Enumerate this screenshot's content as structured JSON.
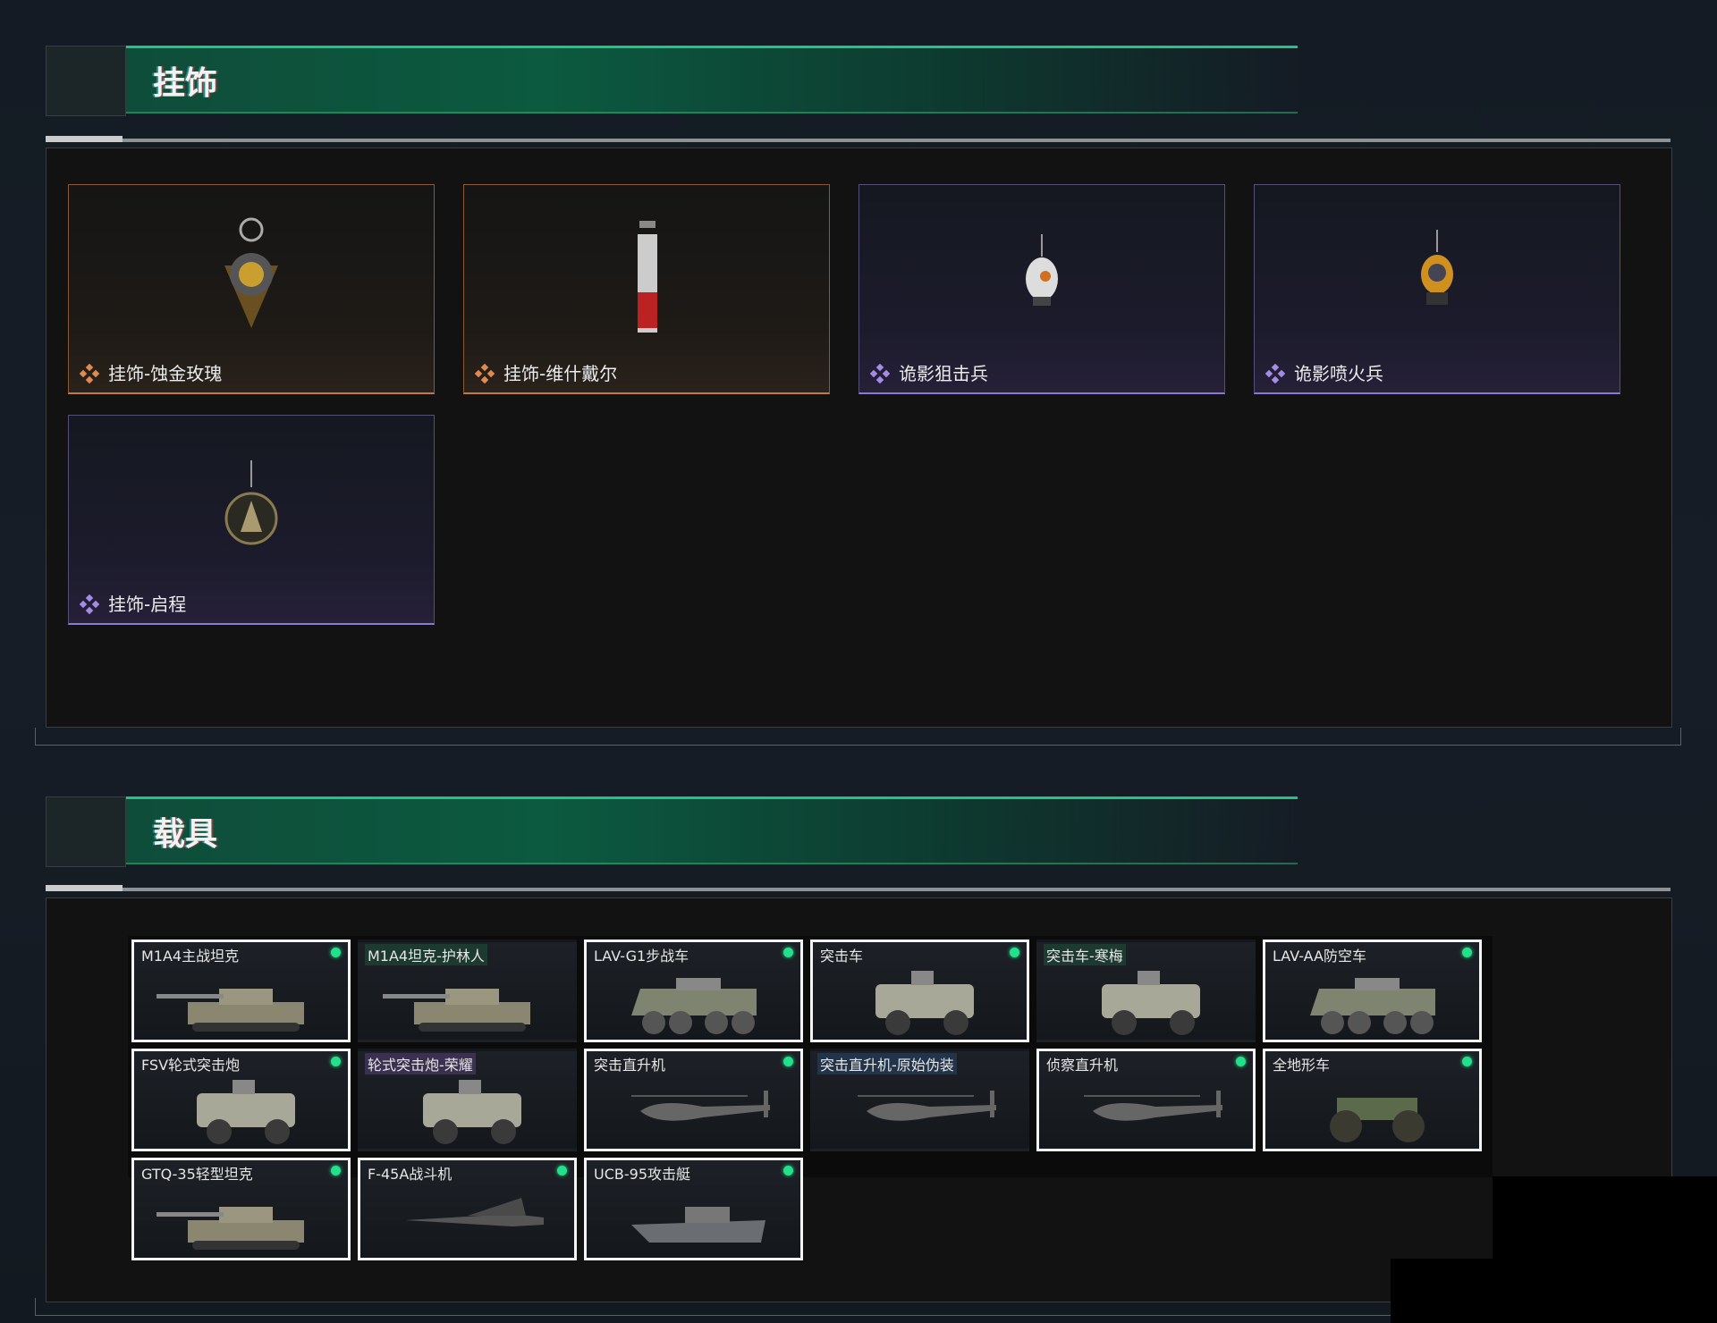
{
  "charms_section": {
    "title": "挂饰",
    "items": [
      {
        "name": "挂饰-蚀金玫瑰",
        "rarity": "gold"
      },
      {
        "name": "挂饰-维什戴尔",
        "rarity": "gold"
      },
      {
        "name": "诡影狙击兵",
        "rarity": "purple"
      },
      {
        "name": "诡影喷火兵",
        "rarity": "purple"
      },
      {
        "name": "挂饰-启程",
        "rarity": "purple"
      }
    ]
  },
  "vehicles_section": {
    "title": "载具",
    "items": [
      {
        "name": "M1A4主战坦克",
        "selected": true,
        "owned": true,
        "kind": "tank"
      },
      {
        "name": "M1A4坦克-护林人",
        "selected": false,
        "owned": false,
        "kind": "tank",
        "tag": "g"
      },
      {
        "name": "LAV-G1步战车",
        "selected": true,
        "owned": true,
        "kind": "apc"
      },
      {
        "name": "突击车",
        "selected": true,
        "owned": true,
        "kind": "truck"
      },
      {
        "name": "突击车-寒梅",
        "selected": false,
        "owned": false,
        "kind": "truck",
        "tag": "g"
      },
      {
        "name": "LAV-AA防空车",
        "selected": true,
        "owned": true,
        "kind": "apc"
      },
      {
        "name": "FSV轮式突击炮",
        "selected": true,
        "owned": true,
        "kind": "truck"
      },
      {
        "name": "轮式突击炮-荣耀",
        "selected": false,
        "owned": false,
        "kind": "truck",
        "tag": "p"
      },
      {
        "name": "突击直升机",
        "selected": true,
        "owned": true,
        "kind": "heli"
      },
      {
        "name": "突击直升机-原始伪装",
        "selected": false,
        "owned": false,
        "kind": "heli",
        "tag": "b"
      },
      {
        "name": "侦察直升机",
        "selected": true,
        "owned": true,
        "kind": "heli"
      },
      {
        "name": "全地形车",
        "selected": true,
        "owned": true,
        "kind": "atv"
      },
      {
        "name": "GTQ-35轻型坦克",
        "selected": true,
        "owned": true,
        "kind": "tank"
      },
      {
        "name": "F-45A战斗机",
        "selected": true,
        "owned": true,
        "kind": "jet"
      },
      {
        "name": "UCB-95攻击艇",
        "selected": true,
        "owned": true,
        "kind": "boat"
      }
    ]
  },
  "colors": {
    "accent": "#22c486",
    "gold": "#c27a45",
    "purple": "#8a7ad0",
    "owned_dot": "#23e08a"
  }
}
